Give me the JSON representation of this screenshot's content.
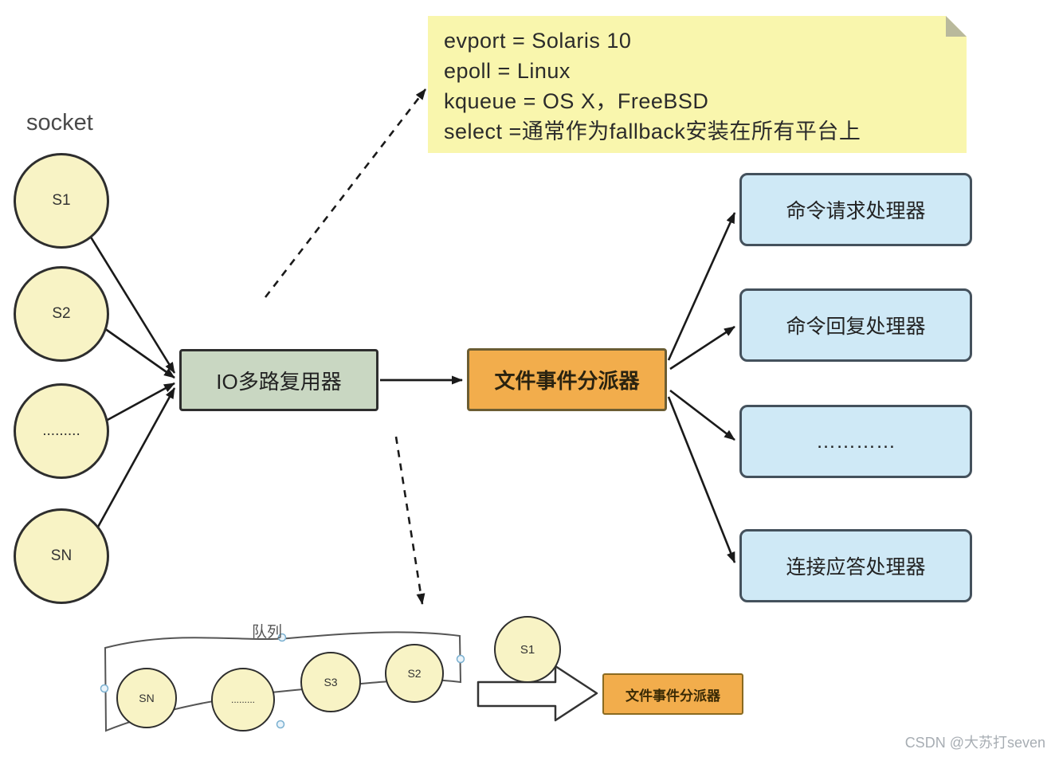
{
  "note": {
    "lines": [
      "evport = Solaris 10",
      "epoll = Linux",
      "kqueue = OS X，FreeBSD",
      "select =通常作为fallback安装在所有平台上"
    ]
  },
  "socket_label": "socket",
  "sockets": [
    {
      "label": "S1"
    },
    {
      "label": "S2"
    },
    {
      "label": "........."
    },
    {
      "label": "SN"
    }
  ],
  "multiplexer": {
    "label": "IO多路复用器"
  },
  "dispatcher": {
    "label": "文件事件分派器"
  },
  "handlers": [
    {
      "label": "命令请求处理器"
    },
    {
      "label": "命令回复处理器"
    },
    {
      "label": "…………"
    },
    {
      "label": "连接应答处理器"
    }
  ],
  "queue": {
    "label": "队列",
    "items": [
      {
        "label": "SN"
      },
      {
        "label": "........."
      },
      {
        "label": "S3"
      },
      {
        "label": "S2"
      }
    ],
    "outside_item": {
      "label": "S1"
    },
    "dispatcher_label": "文件事件分派器"
  },
  "watermark": "CSDN @大苏打seven",
  "colors": {
    "note_bg": "#f9f6ad",
    "circle_bg": "#f8f3c5",
    "multiplexer_bg": "#c9d7c2",
    "dispatcher_bg": "#f2ad4c",
    "handler_bg": "#cfe9f6",
    "line": "#1a1a1a"
  }
}
